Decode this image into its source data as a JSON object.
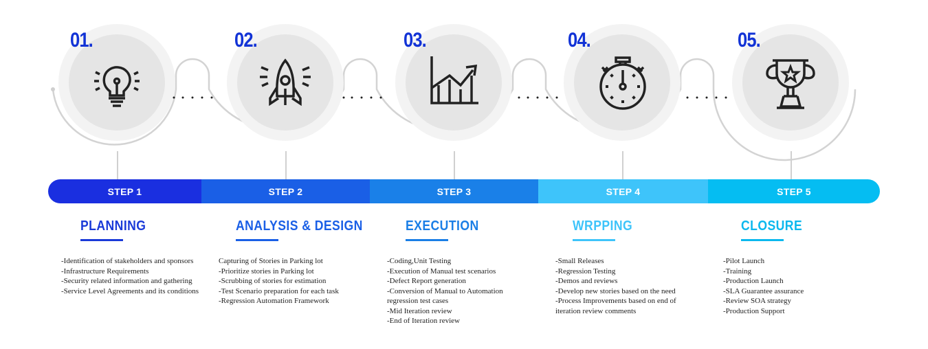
{
  "steps": [
    {
      "number": "01.",
      "icon": "lightbulb-icon",
      "bar_label": "STEP 1",
      "bar_color": "#1a2fe0",
      "title": "PLANNING",
      "title_color": "#1a3ad8",
      "items": [
        "-Identification of stakeholders and sponsors",
        "-Infrastructure Requirements",
        "-Security related information and gathering",
        "-Service Level Agreements and its conditions"
      ]
    },
    {
      "number": "02.",
      "icon": "rocket-icon",
      "bar_label": "STEP 2",
      "bar_color": "#1a5fe6",
      "title": "ANALYSIS & DESIGN",
      "title_color": "#1a5fe6",
      "items": [
        "Capturing of Stories in Parking lot",
        "-Prioritize stories in Parking lot",
        "-Scrubbing of stories for estimation",
        "-Test Scenario preparation for each task",
        "-Regression Automation Framework"
      ]
    },
    {
      "number": "03.",
      "icon": "growth-chart-icon",
      "bar_label": "STEP 3",
      "bar_color": "#1a80e8",
      "title": "EXECUTION",
      "title_color": "#1a7ee6",
      "items": [
        "-Coding,Unit Testing",
        "-Execution of Manual test scenarios",
        "-Defect Report generation",
        "-Conversion of Manual to Automation",
        "regression test cases",
        "-Mid Iteration review",
        "-End of Iteration review"
      ]
    },
    {
      "number": "04.",
      "icon": "stopwatch-icon",
      "bar_label": "STEP 4",
      "bar_color": "#3ec4fa",
      "title": "WRPPING",
      "title_color": "#3ec4fa",
      "items": [
        "-Small Releases",
        "-Regression Testing",
        "-Demos and reviews",
        "-Develop new stories based on the need",
        "-Process Improvements based on end of",
        "iteration review comments"
      ]
    },
    {
      "number": "05.",
      "icon": "trophy-icon",
      "bar_label": "STEP 5",
      "bar_color": "#05bdf2",
      "title": "CLOSURE",
      "title_color": "#0bb8ee",
      "items": [
        "-Pilot Launch",
        "-Training",
        "-Production Launch",
        "-SLA Guarantee assurance",
        "-Review SOA strategy",
        "-Production Support"
      ]
    }
  ],
  "colors": {
    "number": "#1233d6",
    "circle_outer": "#f3f3f3",
    "circle_inner": "#e5e5e5",
    "connector": "#d0d0d0",
    "icon_stroke": "#222222"
  }
}
